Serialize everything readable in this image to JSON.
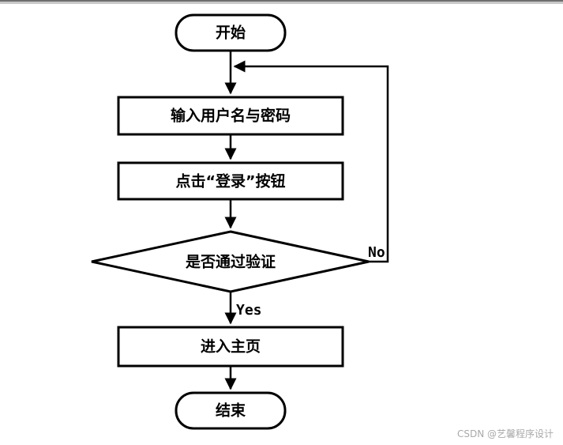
{
  "flowchart": {
    "start": "开始",
    "input_step": "输入用户名与密码",
    "click_step": "点击“登录”按钮",
    "decision": "是否通过验证",
    "yes_label": "Yes",
    "no_label": "No",
    "home_step": "进入主页",
    "end": "结束"
  },
  "watermark": "CSDN @艺馨程序设计"
}
